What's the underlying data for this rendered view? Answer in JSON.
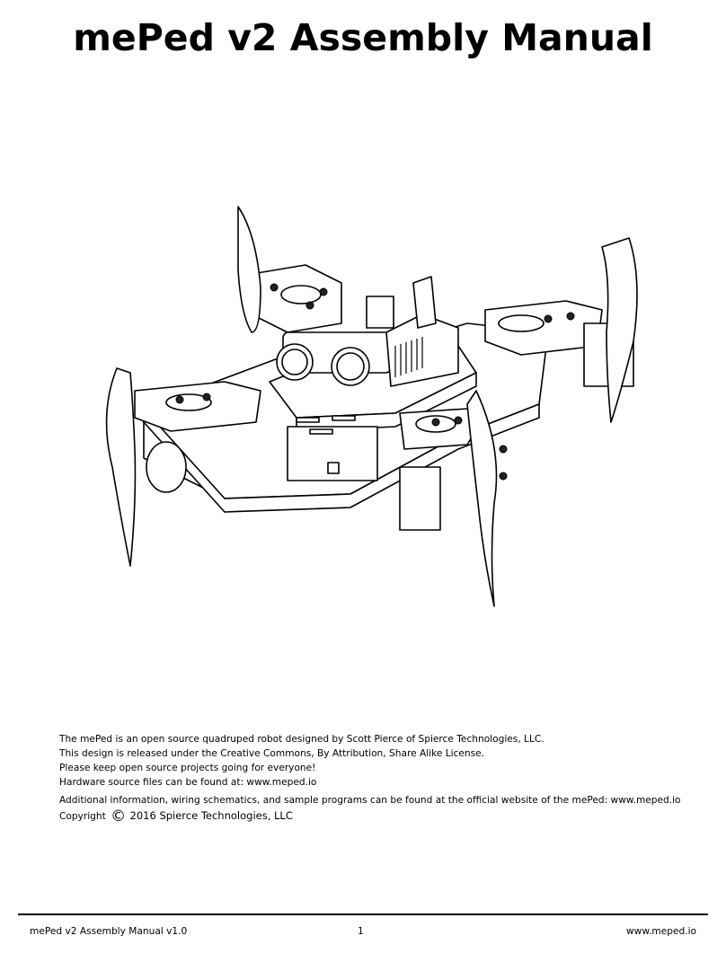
{
  "document": {
    "title": "mePed v2 Assembly Manual",
    "intro_lines": [
      "The mePed is an open source quadruped robot designed by Scott Pierce of Spierce Technologies, LLC.",
      "This design is released under the Creative Commons, By Attribution, Share Alike License.",
      "Please keep open source projects going for everyone!",
      "Hardware source files can be found at: www.meped.io"
    ],
    "additional_info": "Additional information, wiring schematics, and sample programs can be found at the official website of the mePed: www.meped.io",
    "copyright": {
      "label": "Copyright",
      "symbol": "©",
      "holder": "2016 Spierce Technologies, LLC"
    }
  },
  "footer": {
    "left": "mePed v2 Assembly Manual v1.0",
    "page_number": "1",
    "right": "www.meped.io"
  },
  "illustration": {
    "subject": "quadruped-robot-line-drawing",
    "stroke_color": "#000000",
    "fill_color": "#ffffff"
  }
}
